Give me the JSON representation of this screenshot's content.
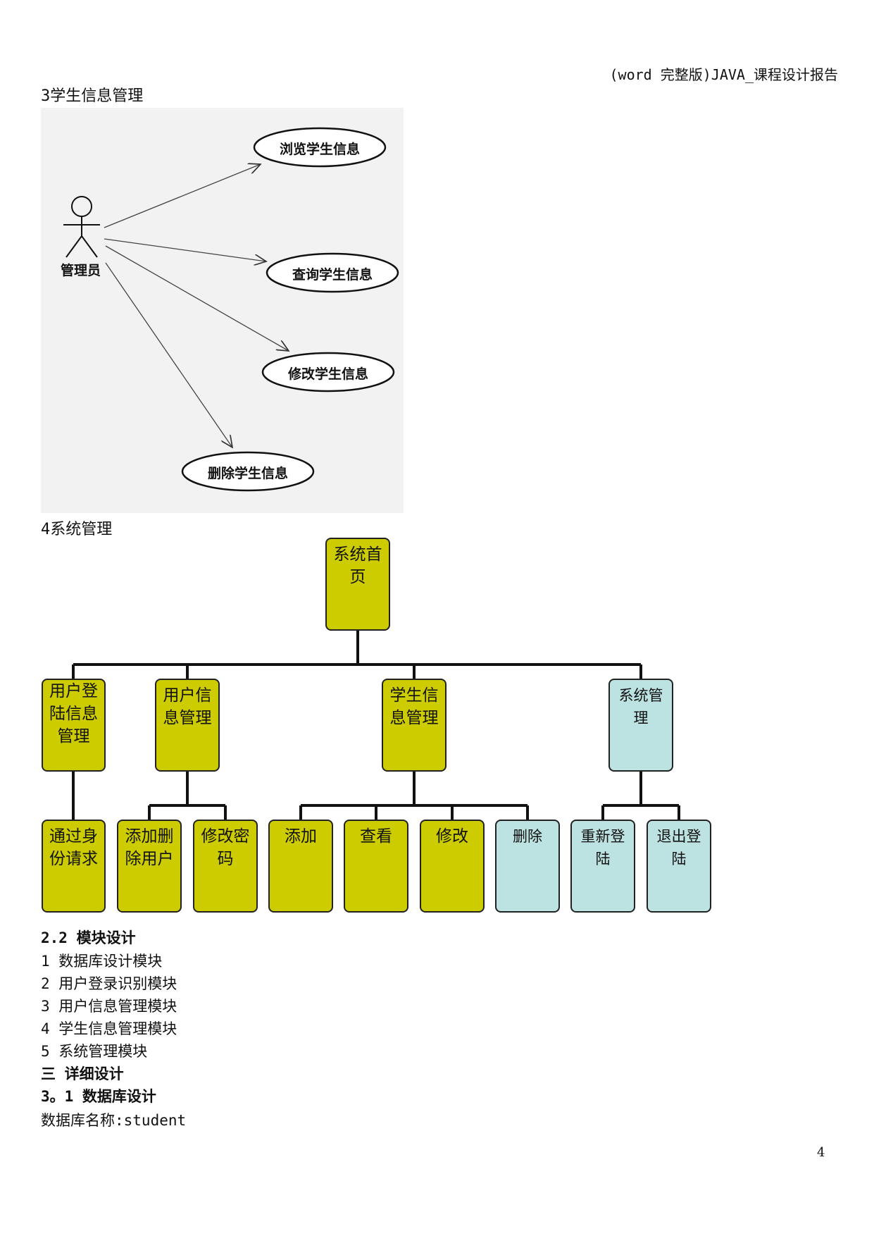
{
  "header": {
    "text": "(word 完整版)JAVA_课程设计报告"
  },
  "sections": {
    "s3_title": "3学生信息管理",
    "s4_title": "4系统管理"
  },
  "use_case": {
    "actor": "管理员",
    "cases": [
      "浏览学生信息",
      "查询学生信息",
      "修改学生信息",
      "删除学生信息"
    ]
  },
  "tree": {
    "root": "系统首页",
    "level1": [
      "用户登陆信息管理",
      "用户信息管理",
      "学生信息管理",
      "系统管理"
    ],
    "level2": [
      "通过身份请求",
      "添加删除用户",
      "修改密码",
      "添加",
      "查看",
      "修改",
      "删除",
      "重新登陆",
      "退出登陆"
    ]
  },
  "body_lines": {
    "h22": "2.2 模块设计",
    "items": [
      "1 数据库设计模块",
      "2 用户登录识别模块",
      "3 用户信息管理模块",
      "4 学生信息管理模块",
      "5 系统管理模块"
    ],
    "h3": "三 详细设计",
    "h31": "3。1 数据库设计",
    "dbname": "数据库名称:student"
  },
  "page_number": "4",
  "colors": {
    "olive": "#cccc00",
    "cyan": "#bde2e2"
  }
}
